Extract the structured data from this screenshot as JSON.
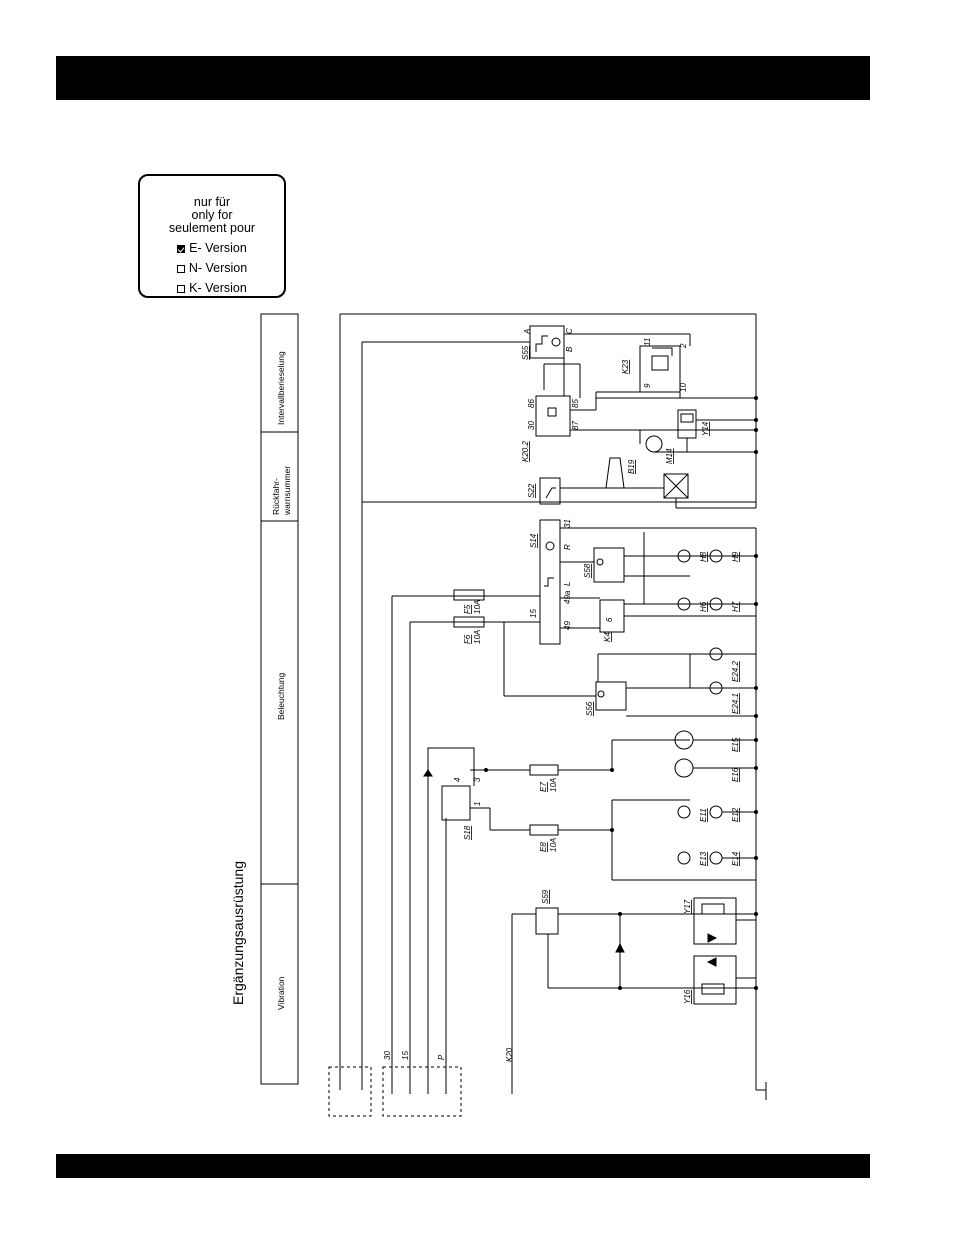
{
  "version_box": {
    "line1": "nur für",
    "line2": "only for",
    "line3": "seulement pour",
    "options": [
      {
        "label": "E- Version",
        "checked": true
      },
      {
        "label": "N- Version",
        "checked": false
      },
      {
        "label": "K- Version",
        "checked": false
      }
    ]
  },
  "diagram": {
    "title": "Ergänzungsausrüstung",
    "sections": [
      "Vibration",
      "Beleuchtung",
      "Rückfahr-",
      "warnsummer",
      "Intervallberieselung"
    ],
    "terminals": [
      "30",
      "15",
      "P",
      "K20"
    ],
    "relays": [
      "S55",
      "K20.2",
      "K23",
      "S22",
      "B19",
      "M14",
      "Y14"
    ],
    "lighting": [
      "S14",
      "S58",
      "K4",
      "H9",
      "H8",
      "H7",
      "H6",
      "F5",
      "10A",
      "F6",
      "10A",
      "S56",
      "E24.2",
      "E24.1"
    ],
    "worklights": [
      "E15",
      "E16",
      "S18",
      "E7",
      "10A",
      "E8",
      "10A",
      "E11",
      "E12",
      "E13",
      "E14"
    ],
    "vibration": [
      "S59",
      "Y17",
      "Y16"
    ],
    "pins": [
      "A",
      "C",
      "B",
      "11",
      "2",
      "9",
      "10",
      "86",
      "85",
      "30",
      "87",
      "31",
      "R",
      "L",
      "49a",
      "49",
      "6",
      "15",
      "1",
      "3",
      "4"
    ]
  }
}
